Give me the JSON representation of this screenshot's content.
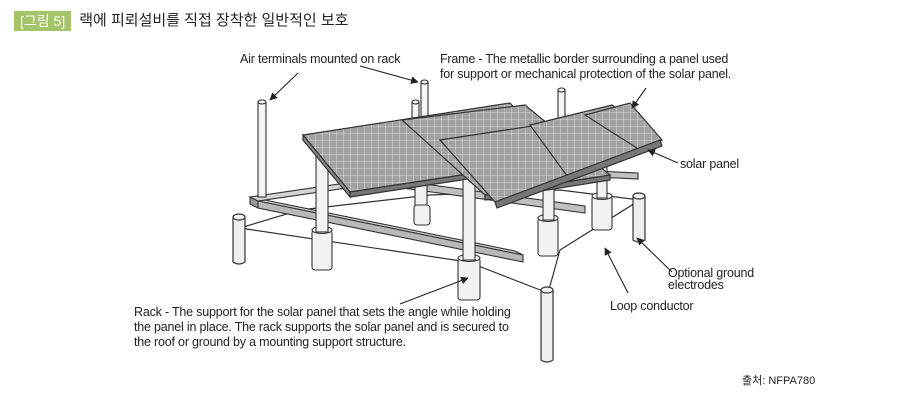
{
  "figure": {
    "number_label": "[그림 5]",
    "title": "랙에 피뢰설비를 직접 장착한 일반적인 보호"
  },
  "labels": {
    "air_terminals": "Air terminals mounted on rack",
    "frame": {
      "line1": "Frame - The metallic border surrounding a panel used",
      "line2": "for support or mechanical protection of the solar panel."
    },
    "solar_panel": "solar panel",
    "optional_ground": {
      "line1": "Optional ground",
      "line2": "electrodes"
    },
    "loop_conductor": "Loop conductor",
    "rack": {
      "line1": "Rack - The support for the solar panel that sets the angle while holding",
      "line2": "the panel in place. The rack supports the solar panel and is secured to",
      "line3": "the roof or ground by a mounting support structure."
    }
  },
  "source": "출처: NFPA780",
  "colors": {
    "badge": "#a4c46a",
    "panel_fill": "#9a9a9a",
    "rack_fill": "#c8c8c8",
    "line": "#333333"
  }
}
